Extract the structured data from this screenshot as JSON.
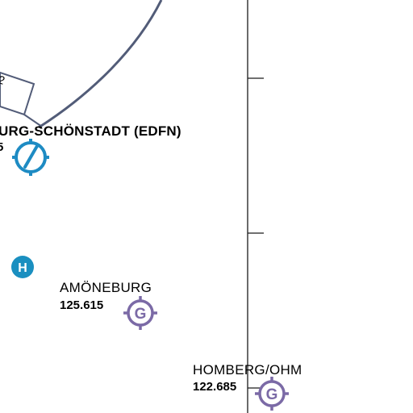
{
  "colors": {
    "background": "#ffffff",
    "airspace_boundary": "#525c78",
    "airfield": "#1e8bc3",
    "heliport": "#1a8fc0",
    "glider_site": "#7b6aa6",
    "grid_line": "#1a1a1a"
  },
  "airfield": {
    "name": "URG-SCHÖNSTADT (EDFN)",
    "partial_text": "5",
    "symbol": "airfield-runway-icon"
  },
  "runway_box_partial_label": "2",
  "heliport": {
    "symbol": "heliport-icon",
    "letter": "H"
  },
  "glider_sites": [
    {
      "name": "AMÖNEBURG",
      "frequency": "125.615",
      "symbol": "glider-site-icon",
      "letter": "G"
    },
    {
      "name": "HOMBERG/OHM",
      "frequency": "122.685",
      "symbol": "glider-site-icon",
      "letter": "G"
    }
  ]
}
